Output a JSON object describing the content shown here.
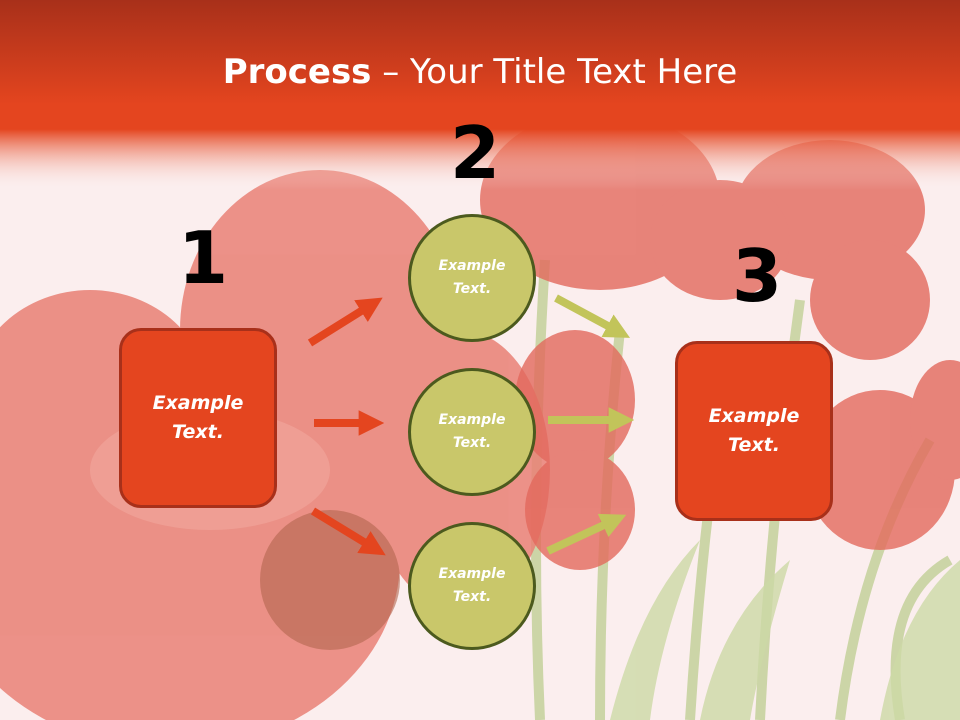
{
  "title": {
    "bold": "Process",
    "rest": " – Your Title Text Here"
  },
  "steps": [
    {
      "number": "1",
      "label": "Example Text."
    },
    {
      "number": "2",
      "nodes": [
        "Example Text.",
        "Example Text.",
        "Example Text."
      ]
    },
    {
      "number": "3",
      "label": "Example Text."
    }
  ],
  "colors": {
    "header": "#e4451f",
    "box_fill": "#e4451f",
    "box_border": "#a8301a",
    "circle_fill": "#c9c76a",
    "circle_border": "#4c5a1e",
    "arrow_red": "#e4451f",
    "arrow_olive": "#c2c45a"
  },
  "icons": {
    "background": "red-tulips-photo"
  }
}
